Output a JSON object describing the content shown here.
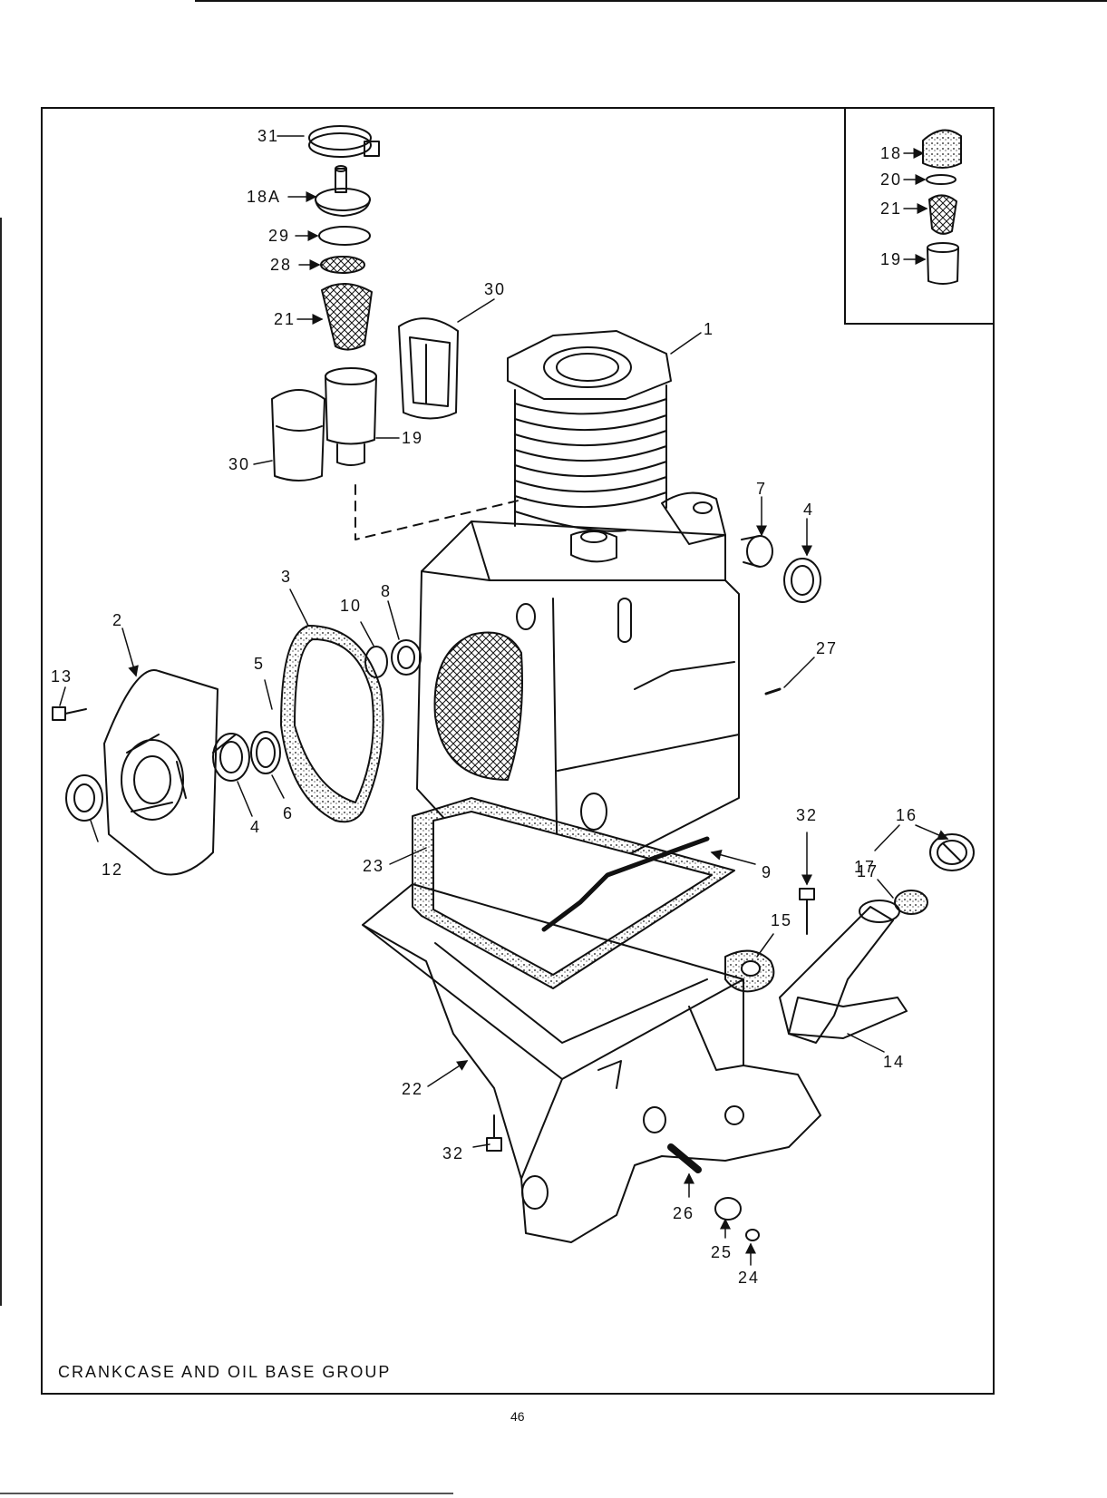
{
  "caption": "CRANKCASE AND OIL BASE GROUP",
  "page_number": "46",
  "callouts": [
    {
      "id": "c31",
      "text": "31"
    },
    {
      "id": "c18a",
      "text": "18A"
    },
    {
      "id": "c29",
      "text": "29"
    },
    {
      "id": "c28",
      "text": "28"
    },
    {
      "id": "c21",
      "text": "21"
    },
    {
      "id": "c30a",
      "text": "30"
    },
    {
      "id": "c19",
      "text": "19"
    },
    {
      "id": "c30b",
      "text": "30"
    },
    {
      "id": "c1",
      "text": "1"
    },
    {
      "id": "c7",
      "text": "7"
    },
    {
      "id": "c4a",
      "text": "4"
    },
    {
      "id": "c3",
      "text": "3"
    },
    {
      "id": "c10",
      "text": "10"
    },
    {
      "id": "c8",
      "text": "8"
    },
    {
      "id": "c2",
      "text": "2"
    },
    {
      "id": "c27",
      "text": "27"
    },
    {
      "id": "c13",
      "text": "13"
    },
    {
      "id": "c5",
      "text": "5"
    },
    {
      "id": "c6",
      "text": "6"
    },
    {
      "id": "c4b",
      "text": "4"
    },
    {
      "id": "c12",
      "text": "12"
    },
    {
      "id": "c32a",
      "text": "32"
    },
    {
      "id": "c16",
      "text": "16"
    },
    {
      "id": "c17a",
      "text": "17"
    },
    {
      "id": "c23",
      "text": "23"
    },
    {
      "id": "c9",
      "text": "9"
    },
    {
      "id": "c17b",
      "text": "17"
    },
    {
      "id": "c15",
      "text": "15"
    },
    {
      "id": "c14",
      "text": "14"
    },
    {
      "id": "c22",
      "text": "22"
    },
    {
      "id": "c32b",
      "text": "32"
    },
    {
      "id": "c26",
      "text": "26"
    },
    {
      "id": "c25",
      "text": "25"
    },
    {
      "id": "c24",
      "text": "24"
    }
  ],
  "inset_callouts": [
    {
      "id": "i18",
      "text": "18"
    },
    {
      "id": "i20",
      "text": "20"
    },
    {
      "id": "i21",
      "text": "21"
    },
    {
      "id": "i19",
      "text": "19"
    }
  ]
}
